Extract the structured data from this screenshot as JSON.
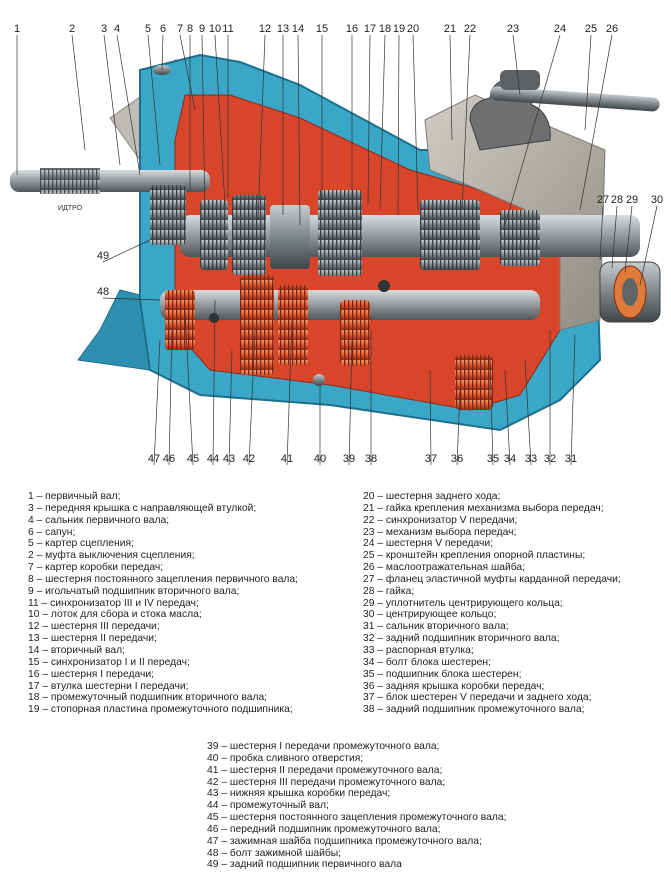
{
  "figure": {
    "engraving": "ИДТРО",
    "top_callouts": [
      "1",
      "2",
      "3",
      "4",
      "5",
      "6",
      "7",
      "8",
      "9",
      "10",
      "11",
      "12",
      "13",
      "14",
      "15",
      "16",
      "17",
      "18",
      "19",
      "20",
      "21",
      "22",
      "23",
      "24",
      "25",
      "26"
    ],
    "right_callouts": [
      "27",
      "28",
      "29",
      "30"
    ],
    "left_callouts": [
      "49",
      "48"
    ],
    "bottom_callouts": [
      "47",
      "46",
      "45",
      "44",
      "43",
      "42",
      "41",
      "40",
      "39",
      "38",
      "37",
      "36",
      "35",
      "34",
      "33",
      "32",
      "31"
    ]
  },
  "legend": {
    "left": [
      "1 – первичный вал;",
      "3 – передняя крышка с направляющей втулкой;",
      "4 – сальник первичного вала;",
      "6 – сапун;",
      "5 – картер сцепления;",
      "2 – муфта выключения сцепления;",
      "7 – картер коробки передач;",
      "8 – шестерня постоянного зацепления первичного вала;",
      "9 – игольчатый подшипник вторичного вала;",
      "11 – синхронизатор III и IV передач;",
      "10 – лоток для сбора и стока масла;",
      "12 – шестерня III передачи;",
      "13 – шестерня II передачи;",
      "14 – вторичный вал;",
      "15 – синхронизатор I и II передач;",
      "16 – шестерня I передачи;",
      "17 – втулка шестерни I передачи;",
      "18 – промежуточный подшипник вторичного вала;",
      "19 – стопорная пластина промежуточного подшипника;"
    ],
    "right": [
      "20 – шестерня заднего хода;",
      "21 – гайка крепления механизма выбора передач;",
      "22 – синхронизатор V передачи;",
      "23 – механизм выбора передач;",
      "24 – шестерня V передачи;",
      "25 – кронштейн крепления опорной пластины;",
      "26 – маслоотражательная шайба;",
      "27 – фланец эластичной муфты карданной передачи;",
      "28 – гайка;",
      "29 – уплотнитель центрирующего кольца;",
      "30 – центрирующее кольцо;",
      "31 – сальник вторичного вала;",
      "32 – задний подшипник вторичного вала;",
      "33 – распорная втулка;",
      "34 – болт блока шестерен;",
      "35 – подшипник блока шестерен;",
      "36 – задняя крышка коробки передач;",
      "37 – блок шестерен V передачи и заднего хода;",
      "38 – задний подшипник промежуточного вала;"
    ],
    "bottom": [
      "39 – шестерня I передачи промежуточного вала;",
      "40 – пробка сливного отверстия;",
      "41 – шестерня II передачи промежуточного вала;",
      "42 – шестерня III передачи промежуточного вала;",
      "43 – нижняя крышка коробки передач;",
      "44 – промежуточный вал;",
      "45 – шестерня постоянного зацепления промежуточного вала;",
      "46 – передний подшипник промежуточного вала;",
      "47 – зажимная шайба подшипника промежуточного вала;",
      "48 – болт зажимной шайбы;",
      "49 – задний подшипник первичного вала"
    ]
  },
  "colors": {
    "housing_blue": "#3aa7c9",
    "housing_dark": "#1d6f8a",
    "cavity_red": "#d8452b",
    "shaft_grey": "#9aa0a4",
    "gear_red": "#e0572f",
    "cover_grey": "#b5b3ab"
  }
}
